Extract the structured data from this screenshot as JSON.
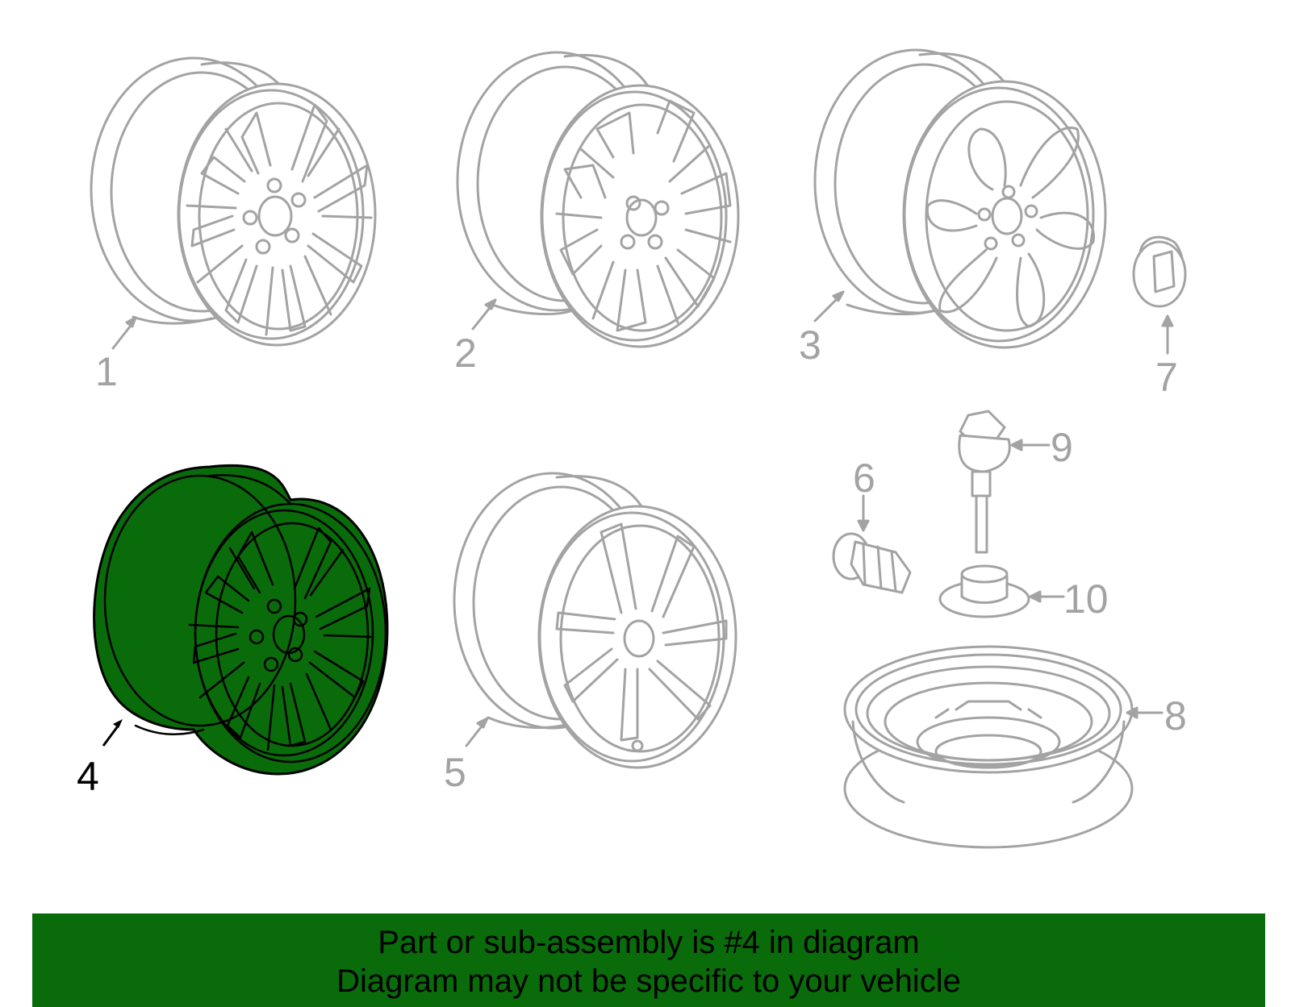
{
  "colors": {
    "highlight_fill": "#0a6b0a",
    "banner_bg": "#0a6b0a",
    "part_outline": "#a3a3a3",
    "selected_outline": "#000000",
    "text_dark": "#000000"
  },
  "callouts": [
    {
      "id": "1",
      "label": "1"
    },
    {
      "id": "2",
      "label": "2"
    },
    {
      "id": "3",
      "label": "3"
    },
    {
      "id": "4",
      "label": "4"
    },
    {
      "id": "5",
      "label": "5"
    },
    {
      "id": "6",
      "label": "6"
    },
    {
      "id": "7",
      "label": "7"
    },
    {
      "id": "8",
      "label": "8"
    },
    {
      "id": "9",
      "label": "9"
    },
    {
      "id": "10",
      "label": "10"
    }
  ],
  "selected_part": "4",
  "banner": {
    "line1": "Part or sub-assembly is #4 in diagram",
    "line2": "Diagram may not be specific to your vehicle"
  }
}
